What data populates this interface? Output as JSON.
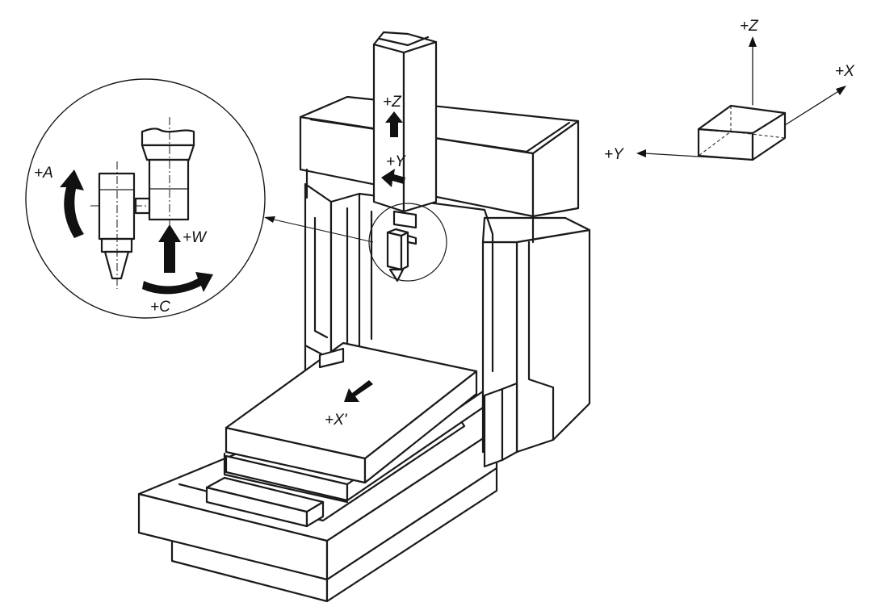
{
  "labels": {
    "main_z": "+Z",
    "main_y": "+Y",
    "table_x": "+X'",
    "detail_a": "+A",
    "detail_w": "+W",
    "detail_c": "+C",
    "ref_z": "+Z",
    "ref_x": "+X",
    "ref_y": "+Y"
  },
  "colors": {
    "line": "#1a1a1a",
    "arrow": "#111111",
    "background": "#ffffff"
  }
}
